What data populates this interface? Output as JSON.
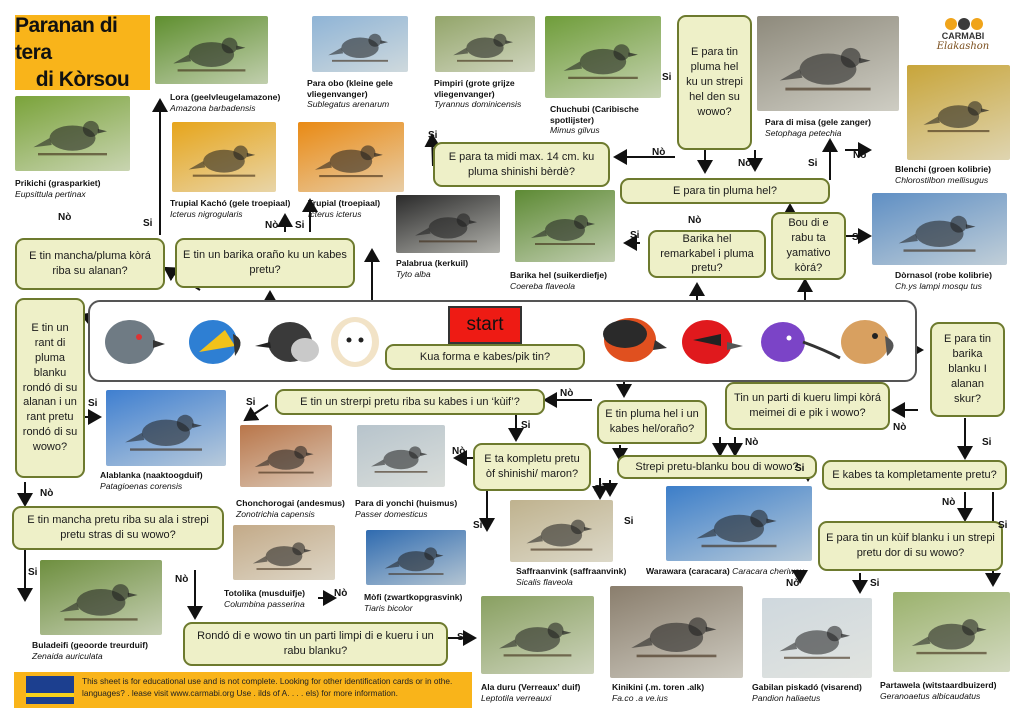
{
  "title": {
    "line1": "Paranan di tera",
    "line2": "di Kòrsou"
  },
  "logo": {
    "name": "CARMABI",
    "subtitle": "Elakashon"
  },
  "start_label": "start",
  "questions": {
    "q_shape": "Kua forma e kabes/pik tin?",
    "q_yellow_patch": "E tin mancha/pluma kòrá riba su alanan?",
    "q_orange_band": "E tin un barika oraño ku un kabes pretu?",
    "q_black_ring": "E tin un rant di pluma blanku rondó di su alanan i un rant pretu rondó di su wowo?",
    "q_black_spot": "E tin mancha pretu riba su ala i strepi pretu stras di su wowo?",
    "q_eye_clean": "Rondó di e wowo tin un parti limpi di e kueru i un rabu blanku?",
    "q_black_stripe": "E tin un strerpi pretu riba su kabes i un ‘kùif’?",
    "q_brown": "E ta kompletu pretu òf shinishi/ maron?",
    "q_yellow_head": "E tin pluma hel i un kabes hel/oraño?",
    "q_white_stripe": "Strepi pretu-blanku bou di wowo?",
    "q_bare_skin": "Tin un parti di kueru limpi kòrá meimei di e pik i wowo?",
    "q_white_belly": "E para tin barika blanku I alanan skur?",
    "q_black_head": "E kabes ta kompletamente pretu?",
    "q_crest": "E para tin un kùif blanku i un strepi pretu dor di su wowo?",
    "q_size": "E para ta midi max. 14 cm. ku pluma shinishi bèrdè?",
    "q_yellow_feathers": "E para tin pluma hel?",
    "q_yellow_stripe": "E para tin pluma hel ku un strepi hel den su wowo?",
    "q_yellow_belly": "Barika hel remarkabel i pluma pretu?",
    "q_red_belly": "Bou di e rabu ta yamativo kòrá?"
  },
  "answers": {
    "yes": "Si",
    "no": "Nò"
  },
  "birds": [
    {
      "id": "prikichi",
      "name": "Prikichi (grasparkiet)",
      "latin": "Eupsittula pertinax",
      "color": "#7aa33a"
    },
    {
      "id": "lora",
      "name": "Lora (geelvleugelamazone)",
      "latin": "Amazona barbadensis",
      "color": "#5f8f2f"
    },
    {
      "id": "trupial_kacho",
      "name": "Trupial Kachó (gele troepiaal)",
      "latin": "Icterus nigrogularis",
      "color": "#e7a51b"
    },
    {
      "id": "trupial",
      "name": "Trupial (troepiaal)",
      "latin": "Icterus icterus",
      "color": "#e98a14"
    },
    {
      "id": "para_obo",
      "name": "Para   obo (kleine gele vliegenvanger)",
      "latin": "Sublegatus arenarum",
      "color": "#8fb4d6"
    },
    {
      "id": "pimpiri",
      "name": "Pimpiri (grote grijze vliegenvanger)",
      "latin": "Tyrannus dominicensis",
      "color": "#93a56a"
    },
    {
      "id": "chuchubi",
      "name": "Chuchubi (Caribische spotlijster)",
      "latin": "Mimus gilvus",
      "color": "#6f9d3a"
    },
    {
      "id": "para_di_misa",
      "name": "Para di misa (gele zanger)",
      "latin": "Setophaga petechia",
      "color": "#8e8a7c"
    },
    {
      "id": "blenchi",
      "name": "Blenchi (groen kolibrie)",
      "latin": "Chlorostilbon mellisugus",
      "color": "#c8a53a"
    },
    {
      "id": "palabrua",
      "name": "Palabrua (kerkuil)",
      "latin": "Tyto alba",
      "color": "#2a2a2a"
    },
    {
      "id": "barika_hel",
      "name": "Barika hel (suikerdiefje)",
      "latin": "Coereba flaveola",
      "color": "#5d8a34"
    },
    {
      "id": "dornasol",
      "name": "Dòrnasol (robe kolibrie)",
      "latin": "Ch.ys  lampi  mosqu tus",
      "color": "#5f8fc4"
    },
    {
      "id": "alablanka",
      "name": "Alablanka (naaktoogduif)",
      "latin": "Patagioenas corensis",
      "color": "#3f7fd0"
    },
    {
      "id": "chonchorogai",
      "name": "Chonchorogai (andesmus)",
      "latin": "Zonotrichia capensis",
      "color": "#b9764a"
    },
    {
      "id": "para_di_yonchi",
      "name": "Para di yonchi (huismus)",
      "latin": "Passer domesticus",
      "color": "#b7c4cc"
    },
    {
      "id": "totolika",
      "name": "Totolika (musduifje)",
      "latin": "Columbina passerina",
      "color": "#c3aa88"
    },
    {
      "id": "mofi",
      "name": "Mòfi (zwartkopgrasvink)",
      "latin": "Tiaris bicolor",
      "color": "#2f6bb0"
    },
    {
      "id": "saffraanvink",
      "name": "Saffraanvink (saffraanvink)",
      "latin": "Sicalis flaveola",
      "color": "#bfb28e"
    },
    {
      "id": "warawara",
      "name": "Warawara (caracara)",
      "latin": "Caracara cheriway",
      "color": "#3c7ec9"
    },
    {
      "id": "buladeifi",
      "name": "Buladeifi (geoorde treurduif)",
      "latin": "Zenaida auriculata",
      "color": "#6e8f3f"
    },
    {
      "id": "ala_duru",
      "name": "Ala duru (Verreaux’ duif)",
      "latin": "Leptotila verreauxi",
      "color": "#89a061"
    },
    {
      "id": "kinikini",
      "name": "Kinikini (.m. toren .alk)",
      "latin": "Fa.co  .a ve.ius",
      "color": "#8a7e6d"
    },
    {
      "id": "gabilan",
      "name": "Gabilan piskadó (visarend)",
      "latin": "Pandion haliaetus",
      "color": "#cfd8de"
    },
    {
      "id": "partawela",
      "name": "Partawela (witstaardbuizerd)",
      "latin": "Geranoaetus albicaudatus",
      "color": "#9bb26d"
    }
  ],
  "footer": {
    "text": "This sheet is for educational use and is not complete. Looking for other identification cards or in othe. languages? . lease visit www.carmabi.org  Use . ilds of A. . . . els) for more information."
  },
  "colors": {
    "box_fill": "#eef0c8",
    "box_border": "#6d7a2e",
    "title_bg": "#f9b41a",
    "start_red": "#ee1b14"
  }
}
